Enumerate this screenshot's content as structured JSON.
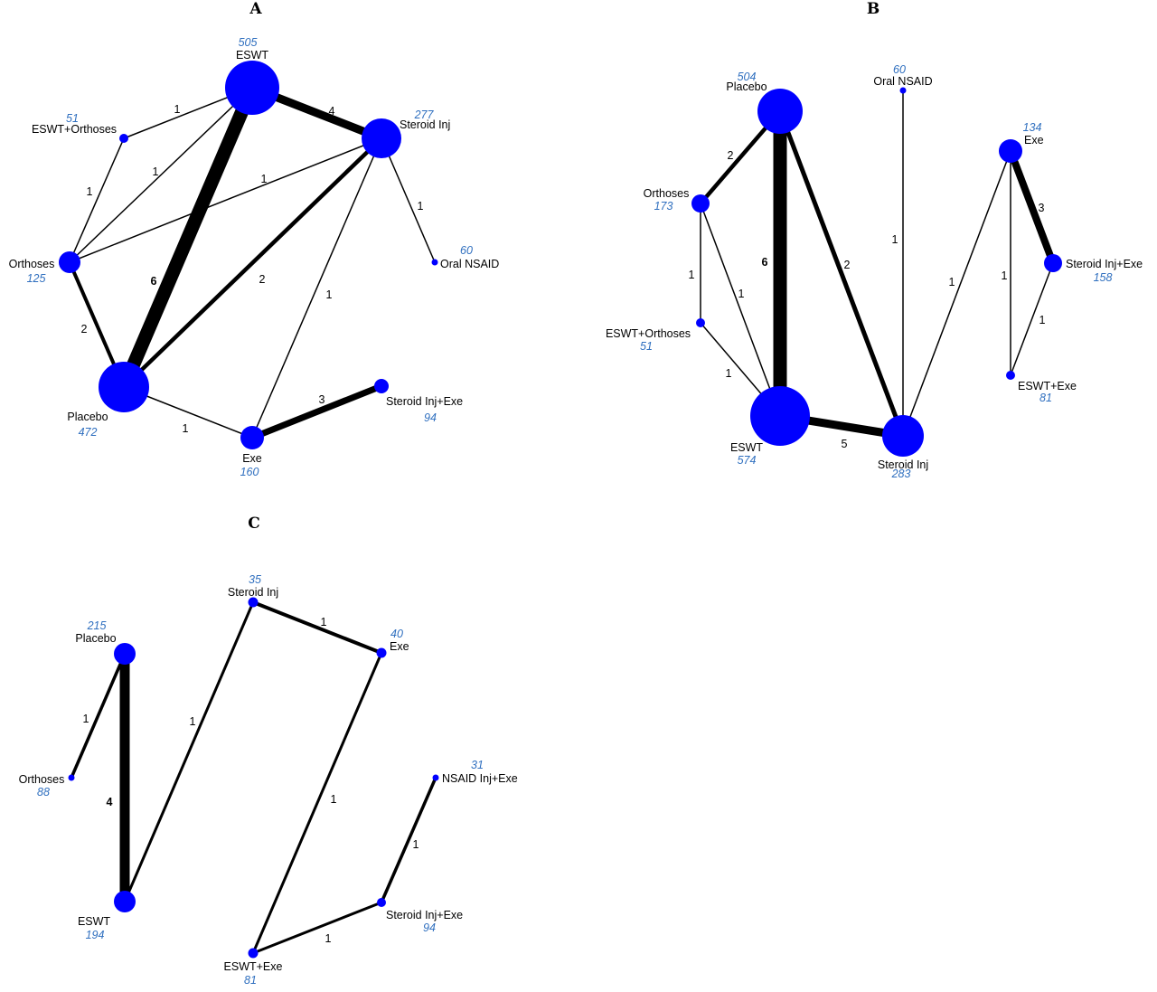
{
  "colors": {
    "node": "#0000ff",
    "edge": "#000000",
    "count": "#2f6fbf"
  },
  "networks": [
    {
      "id": "A",
      "label": "A",
      "nodes": [
        {
          "id": "ESWT",
          "name": "ESWT",
          "n": "505"
        },
        {
          "id": "SteroidInj",
          "name": "Steroid Inj",
          "n": "277"
        },
        {
          "id": "ESWTOrthoses",
          "name": "ESWT+Orthoses",
          "n": "51"
        },
        {
          "id": "Orthoses",
          "name": "Orthoses",
          "n": "125"
        },
        {
          "id": "OralNSAID",
          "name": "Oral NSAID",
          "n": "60"
        },
        {
          "id": "Placebo",
          "name": "Placebo",
          "n": "472"
        },
        {
          "id": "Exe",
          "name": "Exe",
          "n": "160"
        },
        {
          "id": "SteroidInjExe",
          "name": "Steroid Inj+Exe",
          "n": "94"
        }
      ],
      "edges": [
        {
          "from": "ESWT",
          "to": "SteroidInj",
          "studies": "4"
        },
        {
          "from": "ESWT",
          "to": "ESWTOrthoses",
          "studies": "1"
        },
        {
          "from": "ESWT",
          "to": "Orthoses",
          "studies": "1"
        },
        {
          "from": "ESWT",
          "to": "Placebo",
          "studies": "6"
        },
        {
          "from": "ESWTOrthoses",
          "to": "Orthoses",
          "studies": "1"
        },
        {
          "from": "Orthoses",
          "to": "SteroidInj",
          "studies": "1"
        },
        {
          "from": "Orthoses",
          "to": "Placebo",
          "studies": "2"
        },
        {
          "from": "SteroidInj",
          "to": "Placebo",
          "studies": "2"
        },
        {
          "from": "SteroidInj",
          "to": "OralNSAID",
          "studies": "1"
        },
        {
          "from": "SteroidInj",
          "to": "Exe",
          "studies": "1"
        },
        {
          "from": "Placebo",
          "to": "Exe",
          "studies": "1"
        },
        {
          "from": "Exe",
          "to": "SteroidInjExe",
          "studies": "3"
        }
      ]
    },
    {
      "id": "B",
      "label": "B",
      "nodes": [
        {
          "id": "Placebo",
          "name": "Placebo",
          "n": "504"
        },
        {
          "id": "OralNSAID",
          "name": "Oral NSAID",
          "n": "60"
        },
        {
          "id": "Exe",
          "name": "Exe",
          "n": "134"
        },
        {
          "id": "Orthoses",
          "name": "Orthoses",
          "n": "173"
        },
        {
          "id": "SteroidInjExe",
          "name": "Steroid Inj+Exe",
          "n": "158"
        },
        {
          "id": "ESWTOrthoses",
          "name": "ESWT+Orthoses",
          "n": "51"
        },
        {
          "id": "ESWTExe",
          "name": "ESWT+Exe",
          "n": "81"
        },
        {
          "id": "ESWT",
          "name": "ESWT",
          "n": "574"
        },
        {
          "id": "SteroidInj",
          "name": "Steroid Inj",
          "n": "283"
        }
      ],
      "edges": [
        {
          "from": "Placebo",
          "to": "Orthoses",
          "studies": "2"
        },
        {
          "from": "Placebo",
          "to": "ESWT",
          "studies": "6"
        },
        {
          "from": "Placebo",
          "to": "SteroidInj",
          "studies": "2"
        },
        {
          "from": "Orthoses",
          "to": "ESWTOrthoses",
          "studies": "1"
        },
        {
          "from": "Orthoses",
          "to": "ESWT",
          "studies": "1"
        },
        {
          "from": "ESWTOrthoses",
          "to": "ESWT",
          "studies": "1"
        },
        {
          "from": "ESWT",
          "to": "SteroidInj",
          "studies": "5"
        },
        {
          "from": "OralNSAID",
          "to": "SteroidInj",
          "studies": "1"
        },
        {
          "from": "Exe",
          "to": "SteroidInj",
          "studies": "1"
        },
        {
          "from": "Exe",
          "to": "SteroidInjExe",
          "studies": "3"
        },
        {
          "from": "Exe",
          "to": "ESWTExe",
          "studies": "1"
        },
        {
          "from": "SteroidInjExe",
          "to": "ESWTExe",
          "studies": "1"
        }
      ]
    },
    {
      "id": "C",
      "label": "C",
      "nodes": [
        {
          "id": "SteroidInj",
          "name": "Steroid Inj",
          "n": "35"
        },
        {
          "id": "Placebo",
          "name": "Placebo",
          "n": "215"
        },
        {
          "id": "Exe",
          "name": "Exe",
          "n": "40"
        },
        {
          "id": "Orthoses",
          "name": "Orthoses",
          "n": "88"
        },
        {
          "id": "NSAIDInjExe",
          "name": "NSAID Inj+Exe",
          "n": "31"
        },
        {
          "id": "ESWT",
          "name": "ESWT",
          "n": "194"
        },
        {
          "id": "SteroidInjExe",
          "name": "Steroid Inj+Exe",
          "n": "94"
        },
        {
          "id": "ESWTExe",
          "name": "ESWT+Exe",
          "n": "81"
        }
      ],
      "edges": [
        {
          "from": "SteroidInj",
          "to": "Exe",
          "studies": "1"
        },
        {
          "from": "SteroidInj",
          "to": "ESWT",
          "studies": "1"
        },
        {
          "from": "Placebo",
          "to": "Orthoses",
          "studies": "1"
        },
        {
          "from": "Placebo",
          "to": "ESWT",
          "studies": "4"
        },
        {
          "from": "Exe",
          "to": "ESWTExe",
          "studies": "1"
        },
        {
          "from": "NSAIDInjExe",
          "to": "SteroidInjExe",
          "studies": "1"
        },
        {
          "from": "SteroidInjExe",
          "to": "ESWTExe",
          "studies": "1"
        }
      ]
    }
  ]
}
